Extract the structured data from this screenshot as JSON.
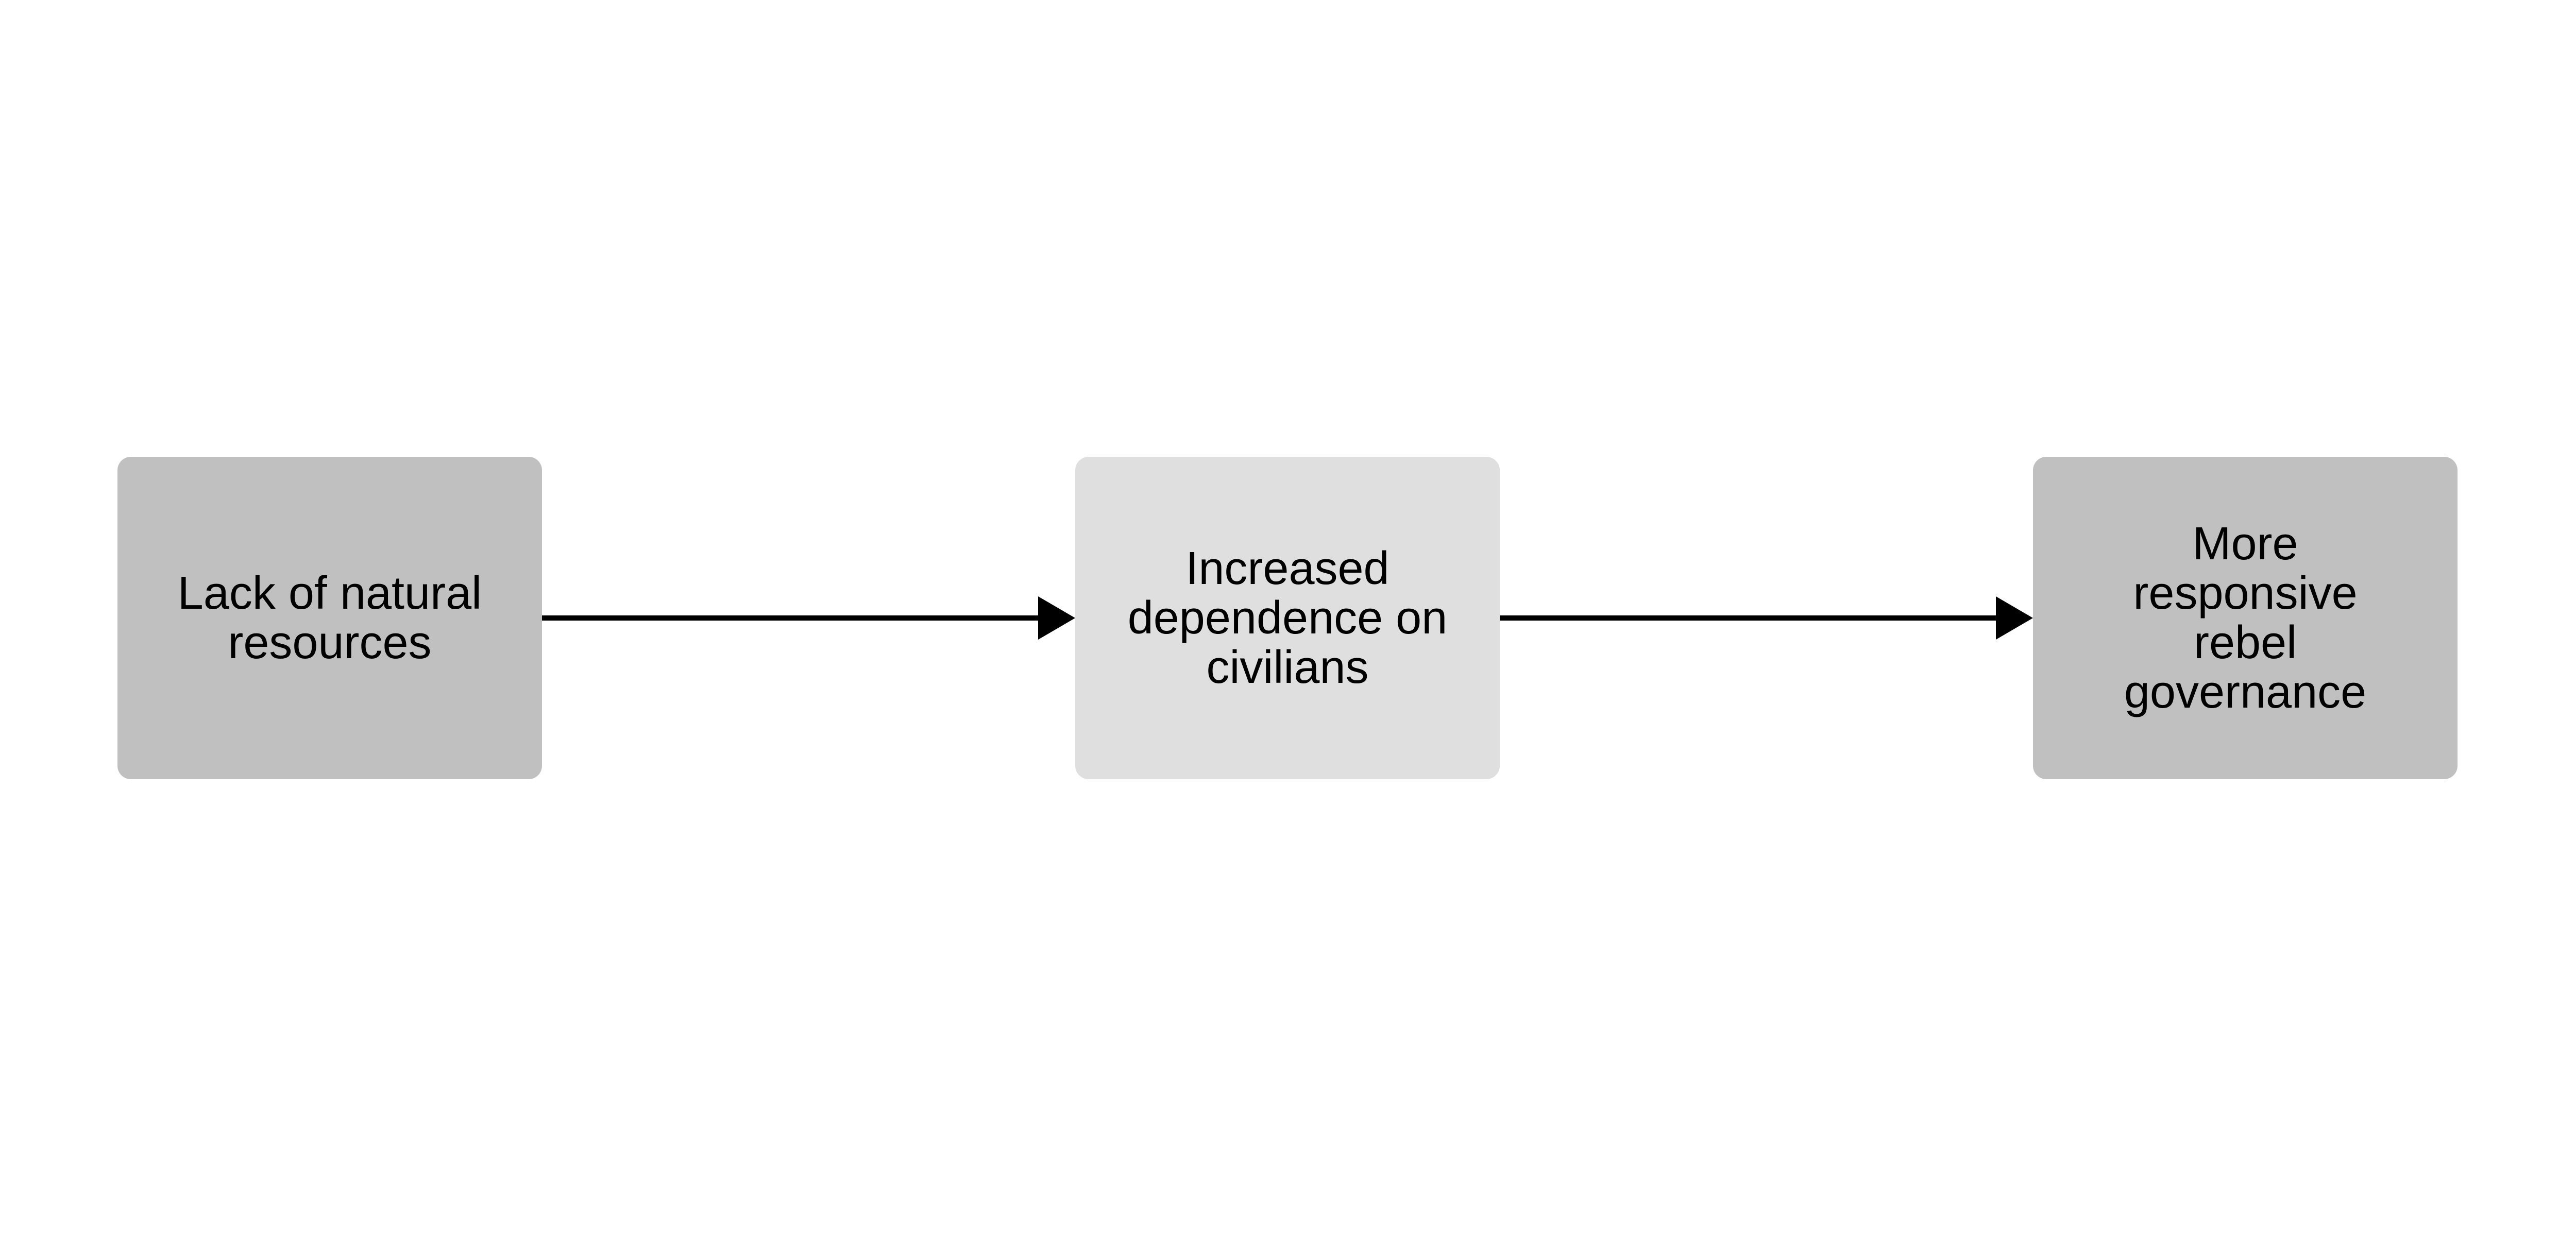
{
  "nodes": [
    {
      "label": "Lack of natural\nresources",
      "color": "#c0c0c0"
    },
    {
      "label": "Increased\ndependence on\ncivilians",
      "color": "#dfdfdf"
    },
    {
      "label": "More responsive\nrebel\ngovernance",
      "color": "#c0c0c0"
    }
  ],
  "edges": [
    {
      "from": "Lack of natural resources",
      "to": "Increased dependence on civilians"
    },
    {
      "from": "Increased dependence on civilians",
      "to": "More responsive rebel governance"
    }
  ],
  "arrow_color": "#000000"
}
